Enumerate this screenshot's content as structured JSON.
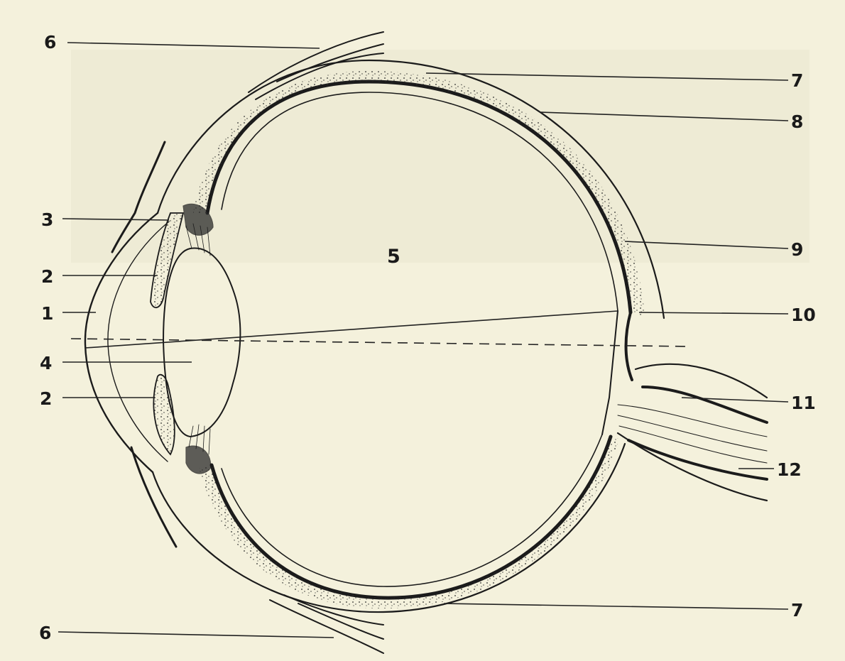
{
  "labels": {
    "l1": "1",
    "l2_upper": "2",
    "l2_lower": "2",
    "l3": "3",
    "l4": "4",
    "l5": "5",
    "l6_top": "6",
    "l6_bottom": "6",
    "l7_top": "7",
    "l7_bottom": "7",
    "l8": "8",
    "l9": "9",
    "l10": "10",
    "l11": "11",
    "l12": "12"
  },
  "colors": {
    "paper": "#f4f1dc",
    "ink": "#1b1b1b",
    "stipple": "#2a2a2a"
  }
}
